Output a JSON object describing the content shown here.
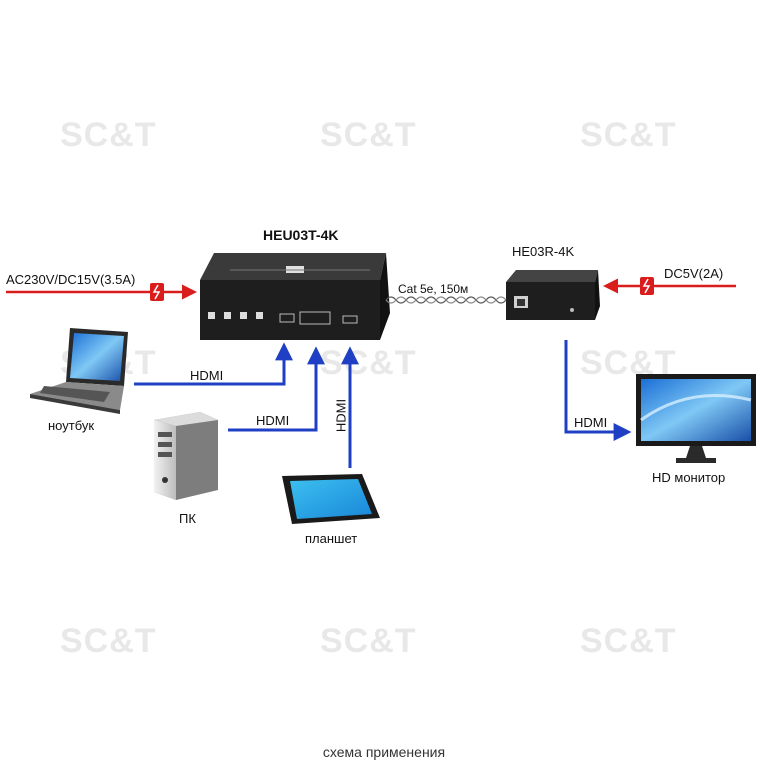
{
  "watermark": {
    "text": "SC&T"
  },
  "devices": {
    "transmitter": {
      "model": "HEU03T-4K"
    },
    "receiver": {
      "model": "HE03R-4K"
    },
    "laptop": {
      "label": "ноутбук"
    },
    "pc": {
      "label": "ПК"
    },
    "tablet": {
      "label": "планшет"
    },
    "monitor": {
      "label": "HD монитор"
    }
  },
  "connections": {
    "tx_power": "AC230V/DC15V(3.5A)",
    "rx_power": "DC5V(2A)",
    "cable": "Cat 5e, 150м",
    "laptop_link": "HDMI",
    "pc_link": "HDMI",
    "tablet_link": "HDMI",
    "monitor_link": "HDMI"
  },
  "caption": "схема применения",
  "colors": {
    "signal": "#1f3fc4",
    "power": "#d91c1c",
    "watermark": "#e8e8e8"
  }
}
